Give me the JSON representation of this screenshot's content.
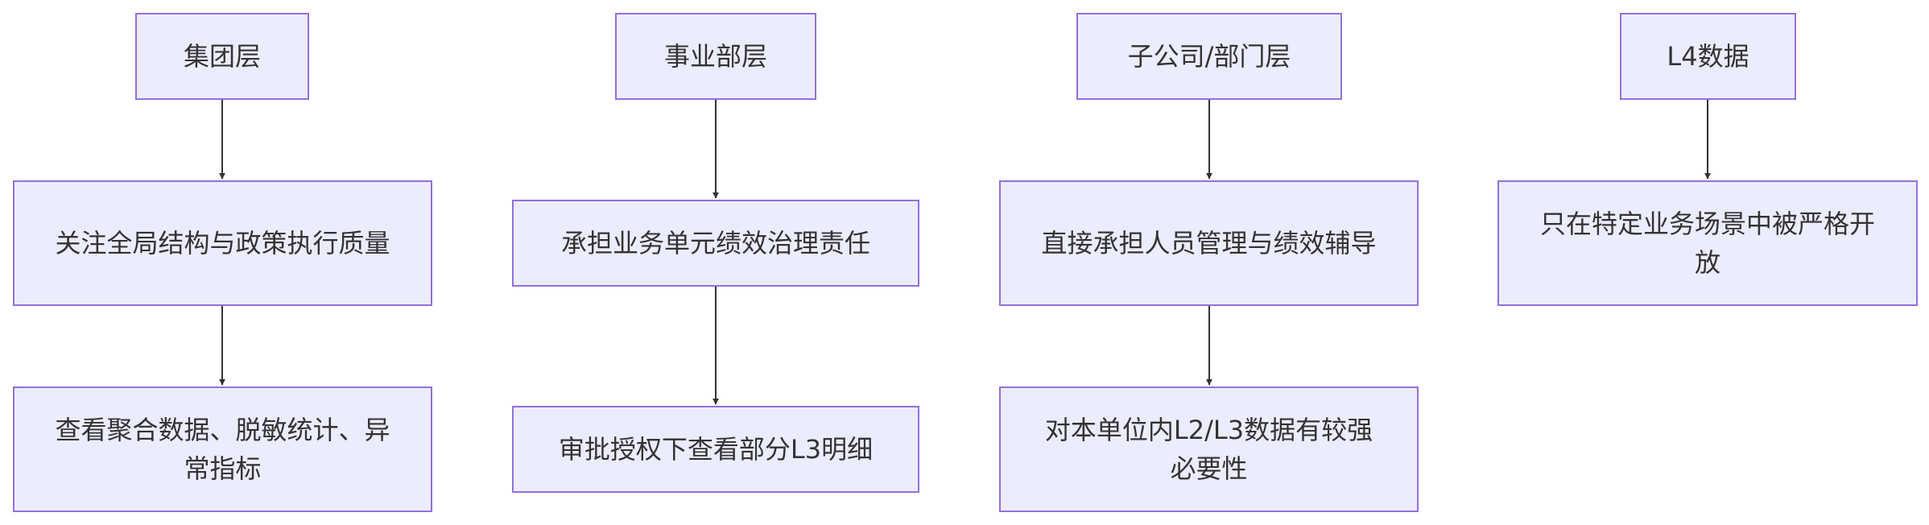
{
  "diagram": {
    "nodes": {
      "n1": "集团层",
      "n2": "关注全局结构与政策执行质量",
      "n3": "查看聚合数据、脱敏统计、异常指标",
      "n4": "事业部层",
      "n5": "承担业务单元绩效治理责任",
      "n6": "审批授权下查看部分L3明细",
      "n7": "子公司/部门层",
      "n8": "直接承担人员管理与绩效辅导",
      "n9": "对本单位内L2/L3数据有较强必要性",
      "n10": "L4数据",
      "n11": "只在特定业务场景中被严格开放"
    },
    "colors": {
      "node_fill": "#ececff",
      "node_border": "#9370db",
      "edge": "#333333",
      "text": "#333333"
    }
  }
}
